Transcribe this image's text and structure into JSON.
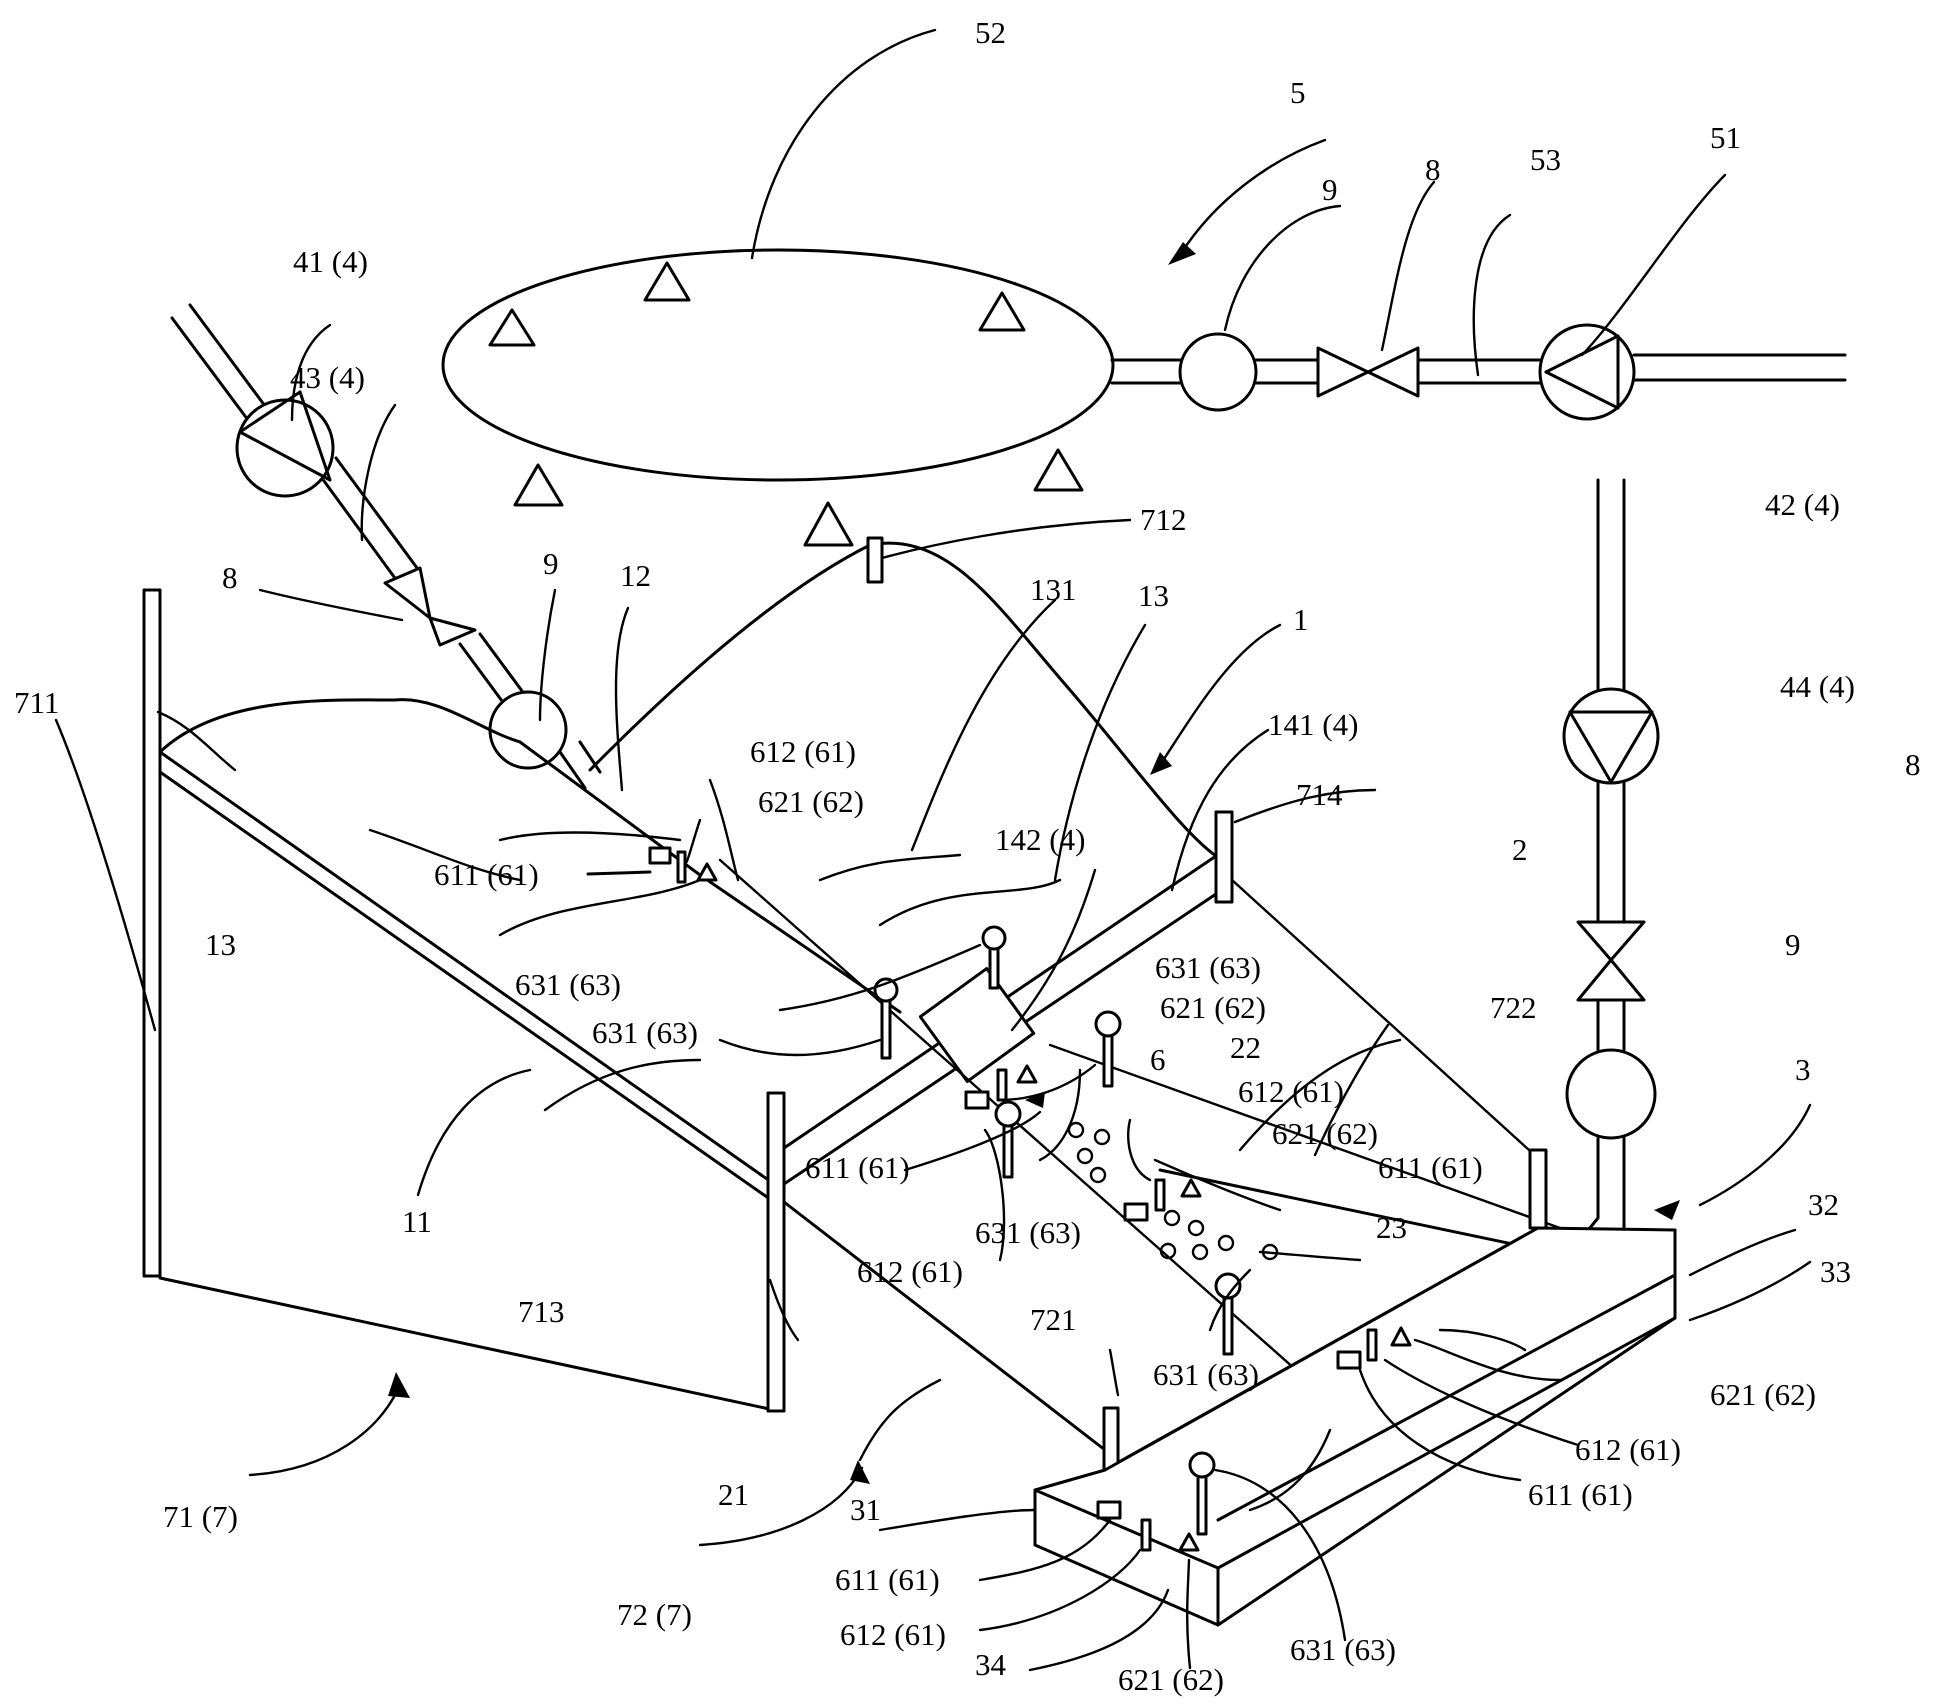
{
  "labels": {
    "l52": "52",
    "l5": "5",
    "l53": "53",
    "l51": "51",
    "l9a": "9",
    "l8a": "8",
    "l41": "41 (4)",
    "l43": "43 (4)",
    "l8b": "8",
    "l9b": "9",
    "l12": "12",
    "l712": "712",
    "l131": "131",
    "l13a": "13",
    "l1": "1",
    "l711": "711",
    "l6121": "612 (61)",
    "l6211": "621 (62)",
    "l6111": "611 (61)",
    "l142": "142 (4)",
    "l141": "141 (4)",
    "l714": "714",
    "l13b": "13",
    "l6311": "631 (63)",
    "l6312": "631 (63)",
    "l42": "42 (4)",
    "l44": "44 (4)",
    "l8c": "8",
    "l2": "2",
    "l722": "722",
    "l6313": "631 (63)",
    "l6212": "621 (62)",
    "l22": "22",
    "l6": "6",
    "l9c": "9",
    "l6122": "612 (61)",
    "l6213": "621 (62)",
    "l6112": "611 (61)",
    "l3": "3",
    "l11": "11",
    "l6113": "611 (61)",
    "l6314": "631 (63)",
    "l6123": "612 (61)",
    "l23": "23",
    "l32": "32",
    "l33": "33",
    "l713": "713",
    "l721": "721",
    "l6315": "631 (63)",
    "l6214": "621 (62)",
    "l6124": "612 (61)",
    "l6114": "611 (61)",
    "l21": "21",
    "l31": "31",
    "l71": "71 (7)",
    "l72": "72 (7)",
    "l6115": "611 (61)",
    "l6125": "612 (61)",
    "l34": "34",
    "l6215": "621 (62)",
    "l6316": "631 (63)"
  }
}
